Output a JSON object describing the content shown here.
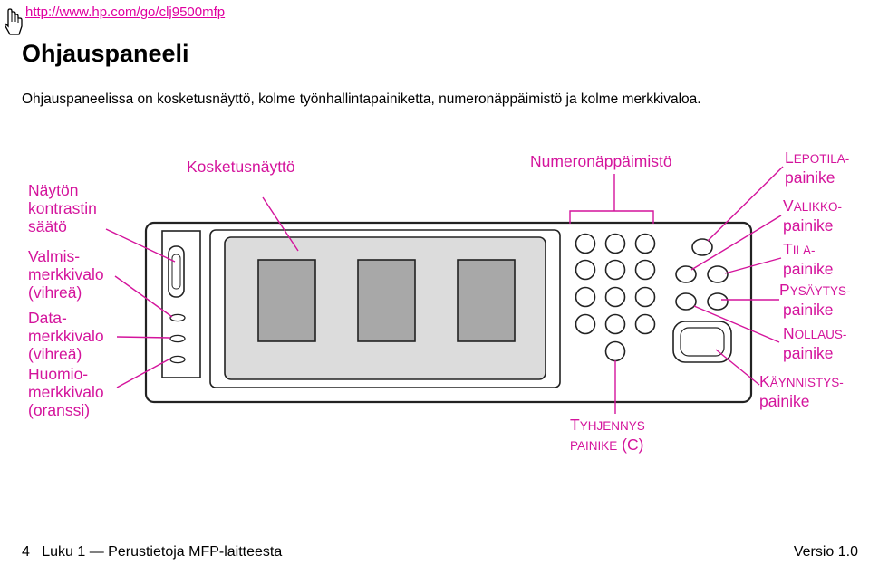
{
  "header": {
    "url": "http://www.hp.com/go/clj9500mfp",
    "title": "Ohjauspaneeli",
    "description": "Ohjauspaneelissa on kosketusnäyttö, kolme työnhallintapainiketta, numeronäppäimistö ja kolme merkkivaloa."
  },
  "diagram": {
    "left_labels": {
      "contrast": [
        "Näytön",
        "kontrastin",
        "säätö"
      ],
      "ready": [
        "Valmis-",
        "merkkivalo",
        "(vihreä)"
      ],
      "data": [
        "Data-",
        "merkkivalo",
        "(vihreä)"
      ],
      "attention": [
        "Huomio-",
        "merkkivalo",
        "(oranssi)"
      ]
    },
    "top_labels": {
      "touchscreen": "Kosketusnäyttö",
      "keypad": "Numeronäppäimistö"
    },
    "clear_button": {
      "line1_first": "T",
      "line1_rest": "YHJENNYS",
      "line2_first": "PAINIKE",
      "line2_rest": "(C)"
    },
    "right_labels": {
      "sleep": {
        "first": "L",
        "rest": "EPOTILA-",
        "line2": "painike"
      },
      "menu": {
        "first": "V",
        "rest": "ALIKKO-",
        "line2": "painike"
      },
      "status": {
        "first": "T",
        "rest": "ILA-",
        "line2": "painike"
      },
      "stop": {
        "first": "P",
        "rest": "YSÄYTYS-",
        "line2": "painike"
      },
      "reset": {
        "first": "N",
        "rest": "OLLAUS-",
        "line2": "painike"
      },
      "start": {
        "first": "K",
        "rest": "ÄYNNISTYS-",
        "line2": "painike"
      }
    },
    "colors": {
      "label": "#d4149c",
      "outline": "#222222",
      "screen": "#dcdcdc",
      "tile": "#a8a8a8"
    }
  },
  "footer": {
    "page": "4",
    "chapter": "Luku 1 — Perustietoja MFP-laitteesta",
    "version": "Versio 1.0"
  }
}
